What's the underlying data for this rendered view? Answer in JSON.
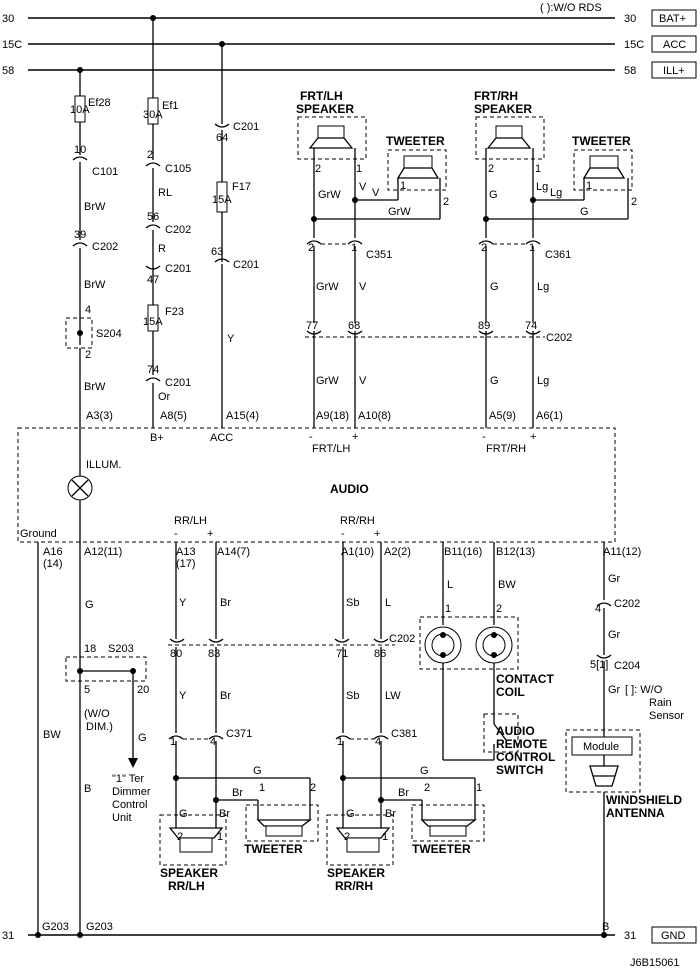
{
  "header": {
    "note": "( ):W/O RDS"
  },
  "buses": {
    "top": {
      "num": "30",
      "num_right": "30",
      "label": "BAT+"
    },
    "acc": {
      "num": "15C",
      "num_right": "15C",
      "label": "ACC"
    },
    "ill": {
      "num": "58",
      "num_right": "58",
      "label": "ILL+"
    },
    "gnd": {
      "num": "31",
      "num_right": "31",
      "label": "GND"
    }
  },
  "fuses": {
    "ef28": {
      "name": "Ef28",
      "rating": "10A"
    },
    "ef1": {
      "name": "Ef1",
      "rating": "30A"
    },
    "f17": {
      "name": "F17",
      "rating": "15A"
    },
    "f23": {
      "name": "F23",
      "rating": "15A"
    }
  },
  "conn": {
    "c101": {
      "name": "C101",
      "pin": "10"
    },
    "c202a": {
      "name": "C202",
      "pin": "39"
    },
    "s204": {
      "name": "S204",
      "pin_top": "4",
      "pin_bot": "2"
    },
    "c105": {
      "name": "C105",
      "pin": "2"
    },
    "c202b": {
      "name": "C202",
      "pin": "56"
    },
    "c201a": {
      "name": "C201",
      "pin": "47"
    },
    "c201b": {
      "name": "C201",
      "pin": "74"
    },
    "c201c": {
      "name": "C201",
      "pin": "64"
    },
    "c201d": {
      "name": "C201",
      "pin": "63"
    },
    "c351": {
      "name": "C351",
      "pin_l": "2",
      "pin_r": "1"
    },
    "c361": {
      "name": "C361",
      "pin_l": "2",
      "pin_r": "1"
    },
    "c202c": {
      "name": "C202",
      "p1": "77",
      "p2": "68",
      "p3": "89",
      "p4": "74"
    },
    "c202d": {
      "name": "C202",
      "p1": "80",
      "p2": "83",
      "p3": "71",
      "p4": "86"
    },
    "c371": {
      "name": "C371",
      "pin_l": "1",
      "pin_r": "4"
    },
    "c381": {
      "name": "C381",
      "pin_l": "1",
      "pin_r": "4"
    },
    "s203": {
      "name": "S203",
      "p18": "18",
      "p5": "5",
      "p20": "20"
    },
    "c202e": {
      "name": "C202",
      "pin": "4"
    },
    "c204": {
      "name": "C204",
      "pin": "5[1]"
    },
    "g203a": "G203",
    "g203b": "G203"
  },
  "wires": {
    "brw1": "BrW",
    "brw2": "BrW",
    "brw3": "BrW",
    "rl": "RL",
    "r": "R",
    "or": "Or",
    "y": "Y",
    "grw1": "GrW",
    "v1": "V",
    "grw2": "GrW",
    "v2": "V",
    "grw3": "GrW",
    "v3": "V",
    "grw_tw": "GrW",
    "v_tw": "V",
    "g1": "G",
    "lg1": "Lg",
    "g2": "G",
    "lg2": "Lg",
    "g3": "G",
    "lg3": "Lg",
    "lg_tw": "Lg",
    "g_tw": "G",
    "g_a12": "G",
    "bw": "BW",
    "b": "B",
    "g_s203": "G",
    "y2": "Y",
    "br2": "Br",
    "y3": "Y",
    "br3": "Br",
    "sb1": "Sb",
    "l1": "L",
    "sb2": "Sb",
    "lw": "LW",
    "l_b11": "L",
    "bw_b12": "BW",
    "gr1": "Gr",
    "gr2": "Gr",
    "gr3": "Gr",
    "rr_lh_g": "G",
    "rr_lh_g2": "G",
    "rr_lh_br": "Br",
    "rr_lh_br2": "Br",
    "rr_rh_g": "G",
    "rr_rh_g2": "G",
    "rr_rh_br": "Br",
    "rr_rh_br2": "Br",
    "b_gnd": "B"
  },
  "audio": {
    "title": "AUDIO",
    "illum": "ILLUM.",
    "ground": "Ground",
    "pins_top": {
      "a3": "A3(3)",
      "a8": "A8(5)",
      "a15": "A15(4)",
      "a9": "A9(18)",
      "a10": "A10(8)",
      "a5": "A5(9)",
      "a6": "A6(1)"
    },
    "b_plus": "B+",
    "acc": "ACC",
    "frt_lh": "FRT/LH",
    "frt_rh": "FRT/RH",
    "minus": "-",
    "plus": "+",
    "pins_bot": {
      "a16": "A16",
      "a16b": "(14)",
      "a12": "A12(11)",
      "a13": "A13",
      "a13b": "(17)",
      "a14": "A14(7)",
      "a1": "A1(10)",
      "a2": "A2(2)",
      "b11": "B11(16)",
      "b12": "B12(13)",
      "a11": "A11(12)"
    },
    "rr_lh": "RR/LH",
    "rr_rh": "RR/RH"
  },
  "speakers": {
    "frt_lh_title1": "FRT/LH",
    "frt_lh_title2": "SPEAKER",
    "frt_rh_title1": "FRT/RH",
    "frt_rh_title2": "SPEAKER",
    "tweeter": "TWEETER",
    "rr_lh_1": "SPEAKER",
    "rr_lh_2": "RR/LH",
    "rr_rh_1": "SPEAKER",
    "rr_rh_2": "RR/RH",
    "pin1": "1",
    "pin2": "2"
  },
  "misc": {
    "wo_dim": "(W/O",
    "wo_dim2": "DIM.)",
    "ter1": "\"1\" Ter",
    "ter2": "Dimmer",
    "ter3": "Control",
    "ter4": "Unit",
    "contact1": "CONTACT",
    "contact2": "COIL",
    "sw1": "AUDIO",
    "sw2": "REMOTE",
    "sw3": "CONTROL",
    "sw4": "SWITCH",
    "rain1": "[ ]: W/O",
    "rain2": "Rain",
    "rain3": "Sensor",
    "module": "Module",
    "ant1": "WINDSHIELD",
    "ant2": "ANTENNA",
    "sheet": "J6B15061"
  }
}
